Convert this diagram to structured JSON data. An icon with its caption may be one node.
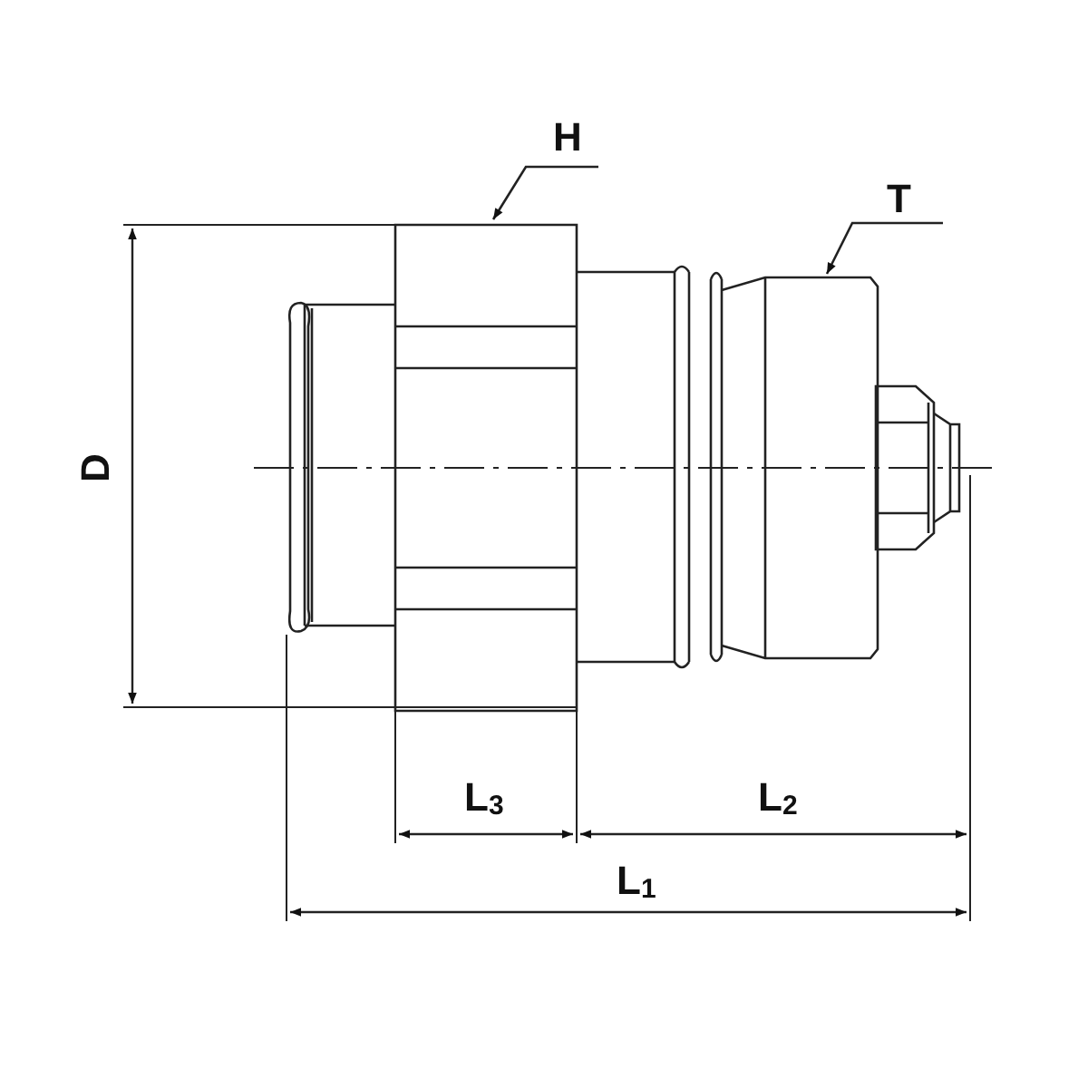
{
  "diagram": {
    "nodes": [
      {
        "text": [
          "H"
        ]
      },
      {
        "text": [],
        "shape": "box"
      },
      {
        "text": [
          "T"
        ]
      },
      {
        "text": [],
        "shape": "box"
      }
    ],
    "edges": [
      {
        "from": 0,
        "to": 1,
        "arrow": "to"
      },
      {
        "from": 2,
        "to": 3,
        "arrow": "to"
      }
    ],
    "labels": [
      "D",
      "L$_{3}$",
      "L$_{2}$",
      "L$_{1}$"
    ]
  }
}
